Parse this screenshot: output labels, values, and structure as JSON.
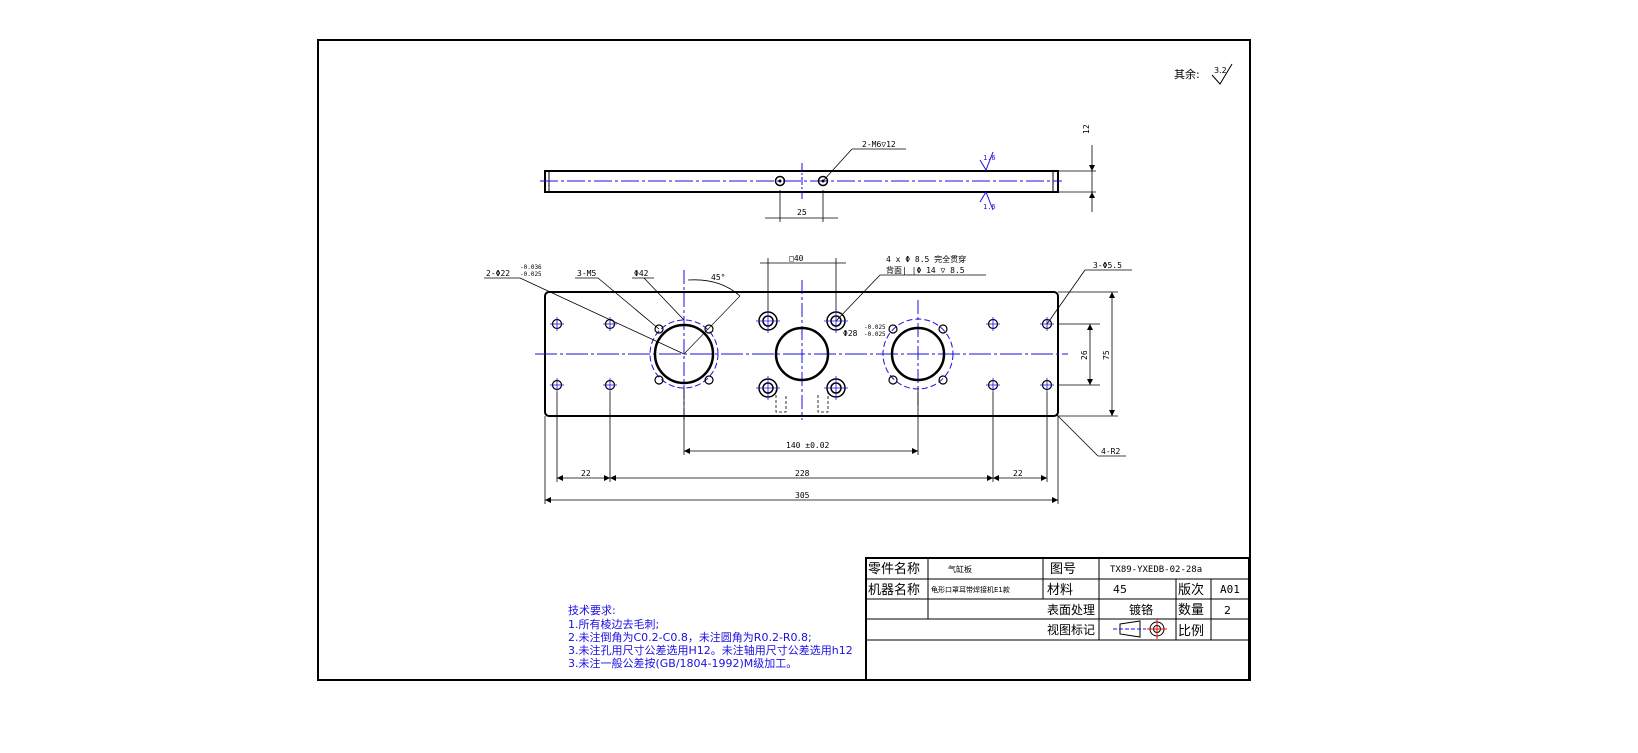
{
  "surface_note": {
    "label": "其余:",
    "roughness": "3.2"
  },
  "side_view": {
    "callout_thread": "2-M6▽12",
    "dim_spacing": "25",
    "dim_thickness": "12",
    "roughness_top": "1.6",
    "roughness_bottom": "1.6"
  },
  "plan_view": {
    "callout_bore": "2-Φ22",
    "bore_tol_upper": "-0.036",
    "bore_tol_lower": "-0.025",
    "callout_m5": "3-M5",
    "callout_pcd": "Φ42",
    "callout_angle": "45°",
    "callout_square": "□40",
    "callout_through": "4 x Φ 8.5 完全贯穿",
    "callout_counterbore": "背面|_|Φ 14 ▽ 8.5",
    "callout_small_holes": "3-Φ5.5",
    "callout_center": "Φ28",
    "center_tol_upper": "-0.025",
    "center_tol_lower": "-0.025",
    "dim_height_inner": "26",
    "dim_height": "75",
    "dim_pitch": "140 ±0.02",
    "dim_left": "22",
    "dim_mid": "228",
    "dim_right": "22",
    "dim_length": "305",
    "callout_radius": "4-R2"
  },
  "notes": {
    "title": "技术要求:",
    "lines": [
      "1.所有棱边去毛刺;",
      "2.未注倒角为C0.2-C0.8，未注圆角为R0.2-R0.8;",
      "3.未注孔用尺寸公差选用H12。未注轴用尺寸公差选用h12",
      "3.未注一般公差按(GB/1804-1992)M级加工。"
    ]
  },
  "title_block": {
    "part_name_label": "零件名称",
    "part_name": "气缸板",
    "drawing_no_label": "图号",
    "drawing_no": "TX89-YXEDB-02-28a",
    "machine_label": "机器名称",
    "machine_name": "龟形口罩耳带焊接机E1款",
    "material_label": "材料",
    "material": "45",
    "version_label": "版次",
    "version": "A01",
    "surface_label": "表面处理",
    "surface": "镀铬",
    "qty_label": "数量",
    "qty": "2",
    "view_label": "视图标记",
    "scale_label": "比例"
  },
  "colors": {
    "line": "#000000",
    "centerline": "#1a10e0",
    "notes_text": "#1a10e0"
  }
}
